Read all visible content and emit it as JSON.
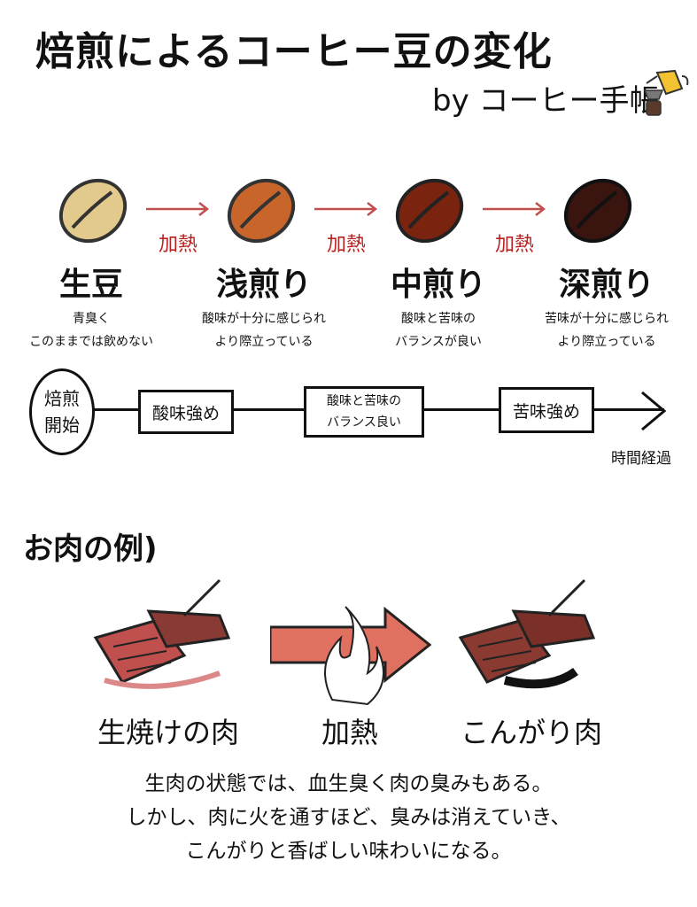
{
  "title": "焙煎によるコーヒー豆の変化",
  "byline": "by コーヒー手帳",
  "beans": {
    "heat_label": "加熱",
    "stages": [
      {
        "label": "生豆",
        "desc": [
          "青臭く",
          "このままでは飲めない"
        ],
        "color": "#e2c98c"
      },
      {
        "label": "浅煎り",
        "desc": [
          "酸味が十分に感じられ",
          "より際立っている"
        ],
        "color": "#c8652a"
      },
      {
        "label": "中煎り",
        "desc": [
          "酸味と苦味の",
          "バランスが良い"
        ],
        "color": "#7a2410"
      },
      {
        "label": "深煎り",
        "desc": [
          "苦味が十分に感じられ",
          "より際立っている"
        ],
        "color": "#3a1510"
      }
    ]
  },
  "timeline": {
    "start": [
      "焙煎",
      "開始"
    ],
    "boxes": [
      "酸味強め",
      "酸味と苦味の",
      "バランス良い",
      "苦味強め"
    ],
    "end_label": "時間経過"
  },
  "meat": {
    "title": "お肉の例)",
    "raw_label": "生焼けの肉",
    "heat_label": "加熱",
    "cooked_label": "こんがり肉",
    "explanation": [
      "生肉の状態では、血生臭く肉の臭みもある。",
      "しかし、肉に火を通すほど、臭みは消えていき、",
      "こんがりと香ばしい味わいになる。"
    ]
  }
}
